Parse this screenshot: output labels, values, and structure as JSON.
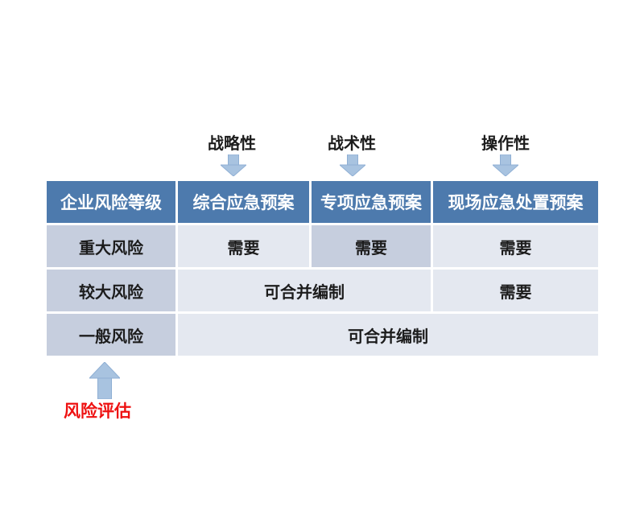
{
  "top_labels": [
    {
      "label": "战略性"
    },
    {
      "label": "战术性"
    },
    {
      "label": "操作性"
    }
  ],
  "table": {
    "header": [
      "企业风险等级",
      "综合应急预案",
      "专项应急预案",
      "现场应急处置预案"
    ],
    "rows": [
      {
        "risk_level": "重大风险",
        "cells": [
          "需要",
          "需要",
          "需要"
        ]
      },
      {
        "risk_level": "较大风险",
        "cells": [
          "可合并编制",
          "需要"
        ]
      },
      {
        "risk_level": "一般风险",
        "cells": [
          "可合并编制"
        ]
      }
    ]
  },
  "bottom_annotation": {
    "label": "风险评估"
  },
  "colors": {
    "header_bg": "#4d7aad",
    "header_text": "#ffffff",
    "risk_cell_bg": "#c6cede",
    "highlight_cell_bg": "#c6cede",
    "cell_bg": "#e4e8f0",
    "arrow_fill": "#a8c3e0",
    "arrow_stroke": "#8fafd4",
    "annotation_text": "#ee1111",
    "body_text": "#1c1c1c"
  }
}
